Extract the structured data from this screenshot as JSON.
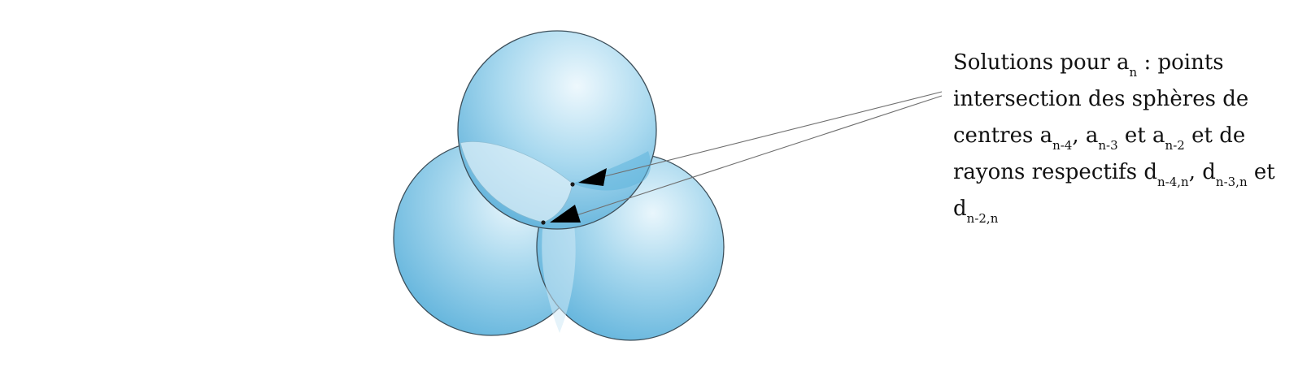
{
  "colors": {
    "sphere_fill": "#a8d8ee",
    "sphere_fill_light": "#e9f6fc",
    "sphere_fill_dark": "#62b4dc",
    "sphere_stroke": "#3d4f5a",
    "arrow": "#000000",
    "leader_line": "#6f6f6f",
    "text": "#111111"
  },
  "caption": {
    "line1": {
      "t1": "Solutions pour a",
      "s1": "n",
      "t2": " : points"
    },
    "line2": {
      "t1": "intersection des sphères de"
    },
    "line3": {
      "t1": "centres a",
      "s1": "n-4",
      "t2": ", a",
      "s2": "n-3",
      "t3": " et a",
      "s3": "n-2",
      "t4": " et de"
    },
    "line4": {
      "t1": "rayons respectifs d",
      "s1": "n-4,n",
      "t2": ", d",
      "s2": "n-3,n",
      "t3": " et"
    },
    "line5": {
      "t1": "d",
      "s1": "n-2,n"
    }
  }
}
